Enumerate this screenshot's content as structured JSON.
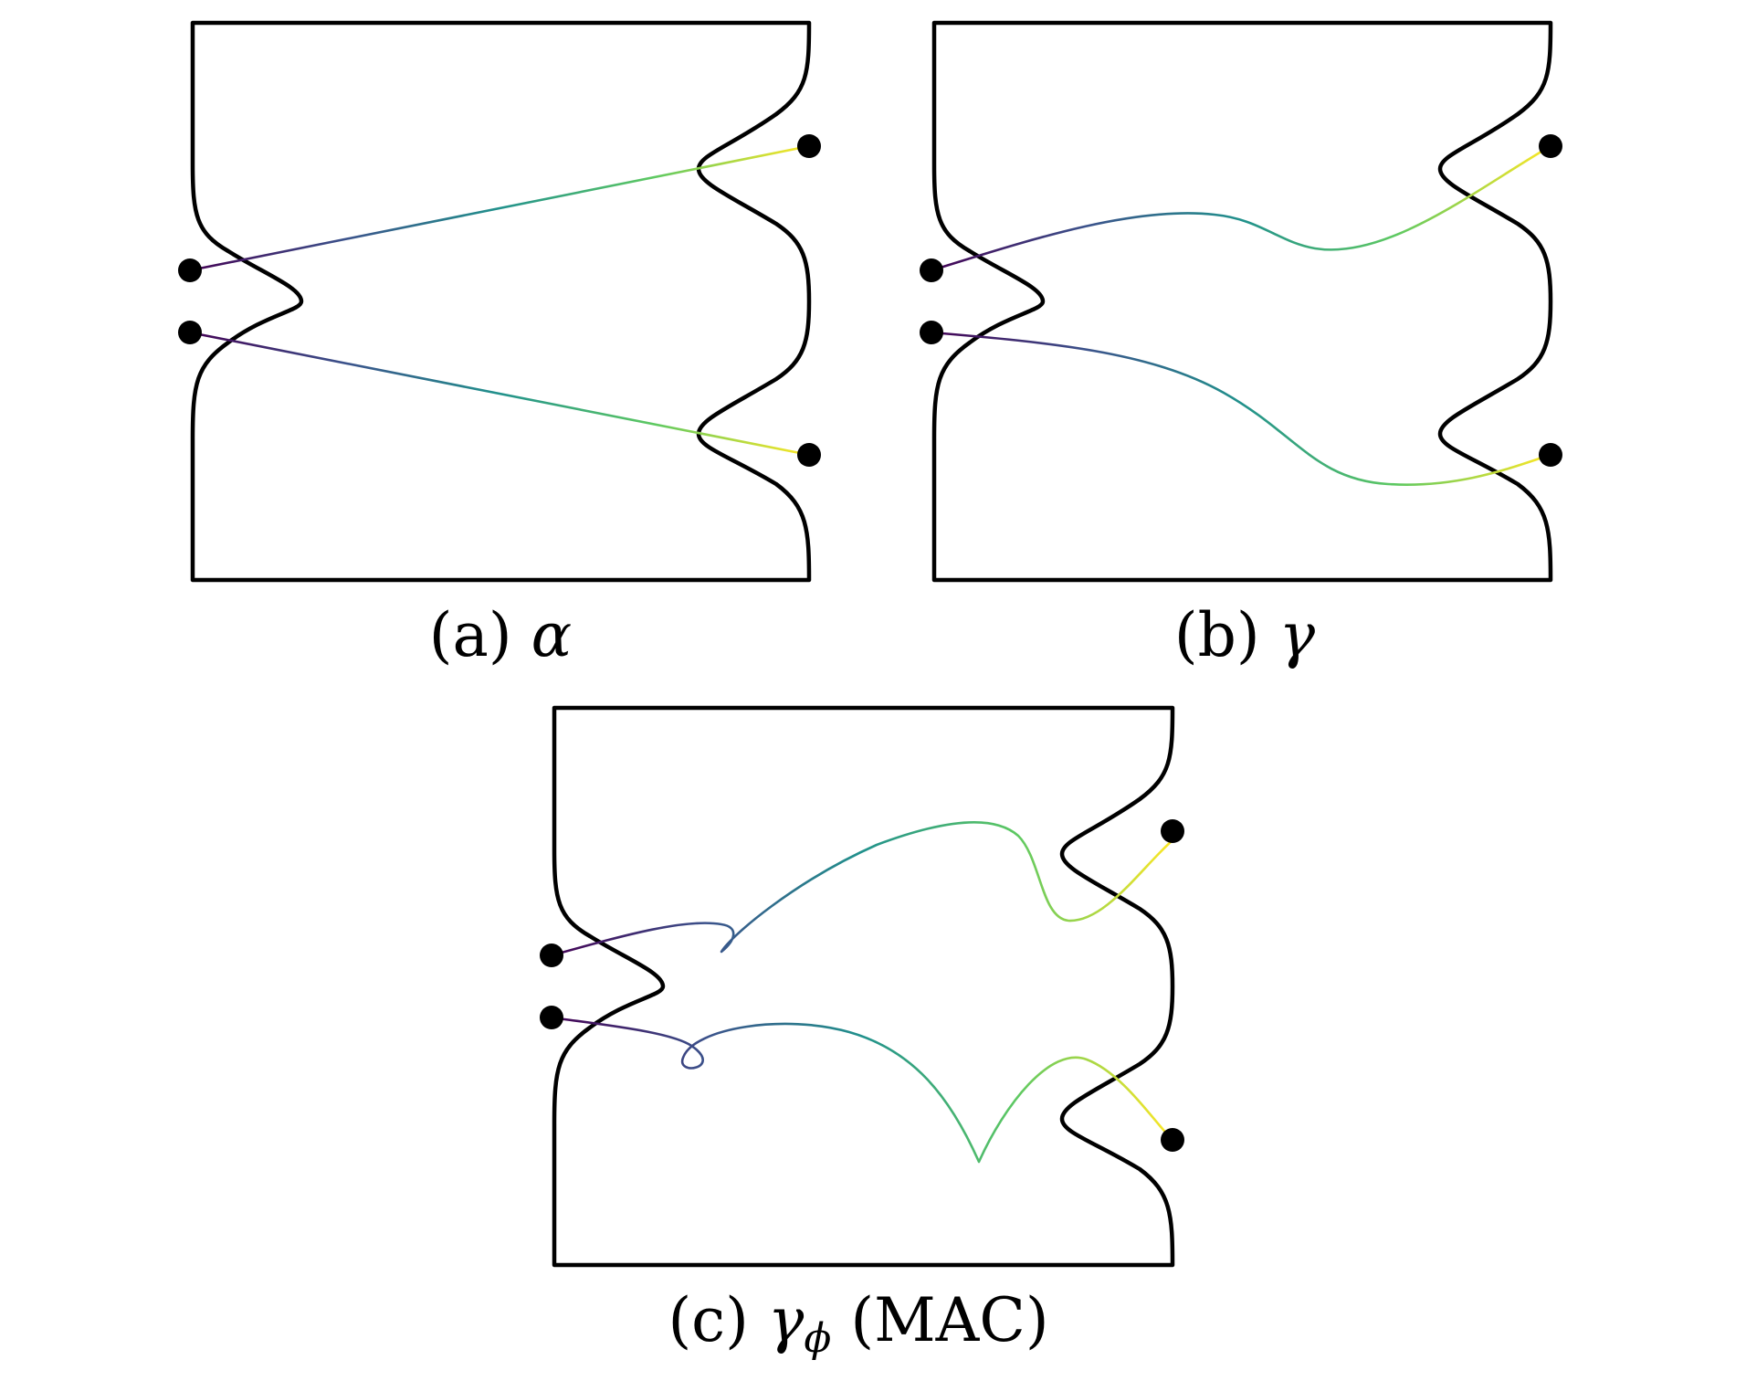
{
  "figure": {
    "panels": [
      {
        "id": "a",
        "caption_prefix": "(a) ",
        "caption_symbol": "α",
        "caption_subscript": "",
        "caption_suffix": ""
      },
      {
        "id": "b",
        "caption_prefix": "(b) ",
        "caption_symbol": "γ",
        "caption_subscript": "",
        "caption_suffix": ""
      },
      {
        "id": "c",
        "caption_prefix": "(c) ",
        "caption_symbol": "γ",
        "caption_subscript": "ϕ",
        "caption_suffix": " (MAC)"
      }
    ],
    "colors": {
      "boundary": "#000000",
      "endpoint": "#000000",
      "colormap": [
        "#440154",
        "#3b528b",
        "#21918c",
        "#5ec962",
        "#fde725"
      ]
    }
  }
}
